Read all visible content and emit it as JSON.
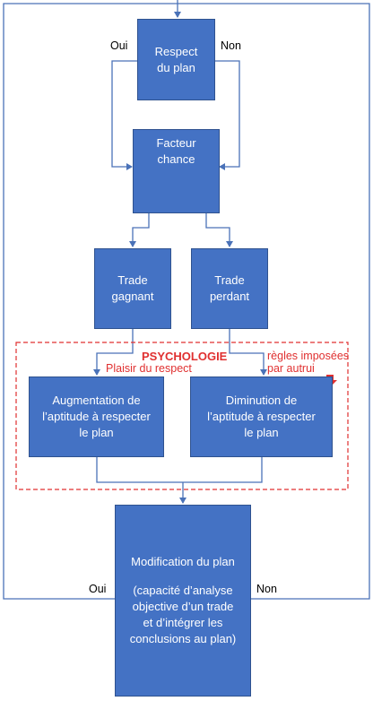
{
  "boxes": {
    "respect": "Respect\ndu plan",
    "chance": "Facteur\nchance",
    "gagnant": "Trade\ngagnant",
    "perdant": "Trade\nperdant",
    "augmentation": "Augmentation de\nl’aptitude à respecter\nle plan",
    "diminution": "Diminution de\nl’aptitude à respecter\nle plan",
    "modification_title": "Modification du plan",
    "modification_detail": "(capacité d’analyse\nobjective d’un trade\net d’intégrer  les\nconclusions au plan)"
  },
  "labels": {
    "oui_top": "Oui",
    "non_top": "Non",
    "oui_bottom": "Oui",
    "non_bottom": "Non",
    "psychologie": "PSYCHOLOGIE",
    "plaisir": "Plaisir du respect",
    "regles_line1": "règles imposées",
    "regles_line2": "par autrui"
  },
  "colors": {
    "box_fill": "#4472c4",
    "connector": "#4a72b8",
    "dashed_border": "#e03030",
    "yellow_path": "#f2c12e",
    "orange_path": "#ed7d31",
    "red_accent": "#e03030"
  }
}
